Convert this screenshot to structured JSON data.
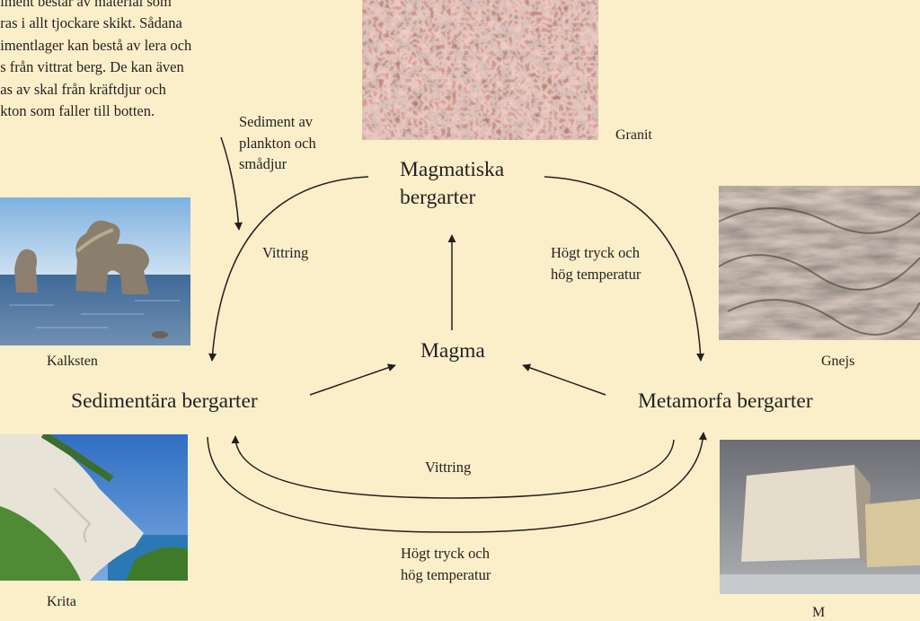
{
  "intro_text": "diment består av material som\ngras i allt tjockare skikt. Sådana\ndimentlager kan bestå av lera och\nus från vittrat berg. De kan även\ndas av skal från kräftdjur och\nnkton som faller till botten.",
  "sediment_note": "Sediment av\nplankton och\nsmådjur",
  "nodes": {
    "magmatiska": "Magmatiska\nbergarter",
    "magma": "Magma",
    "sedimentara": "Sedimentära bergarter",
    "metamorfa": "Metamorfa bergarter"
  },
  "edge_labels": {
    "vittring_left": "Vittring",
    "tryck_right": "Högt tryck och\nhög temperatur",
    "vittring_bottom": "Vittring",
    "tryck_bottom": "Högt tryck och\nhög temperatur"
  },
  "photos": {
    "granit": "Granit",
    "kalksten": "Kalksten",
    "gnejs": "Gnejs",
    "krita": "Krita",
    "marmor": "M"
  }
}
